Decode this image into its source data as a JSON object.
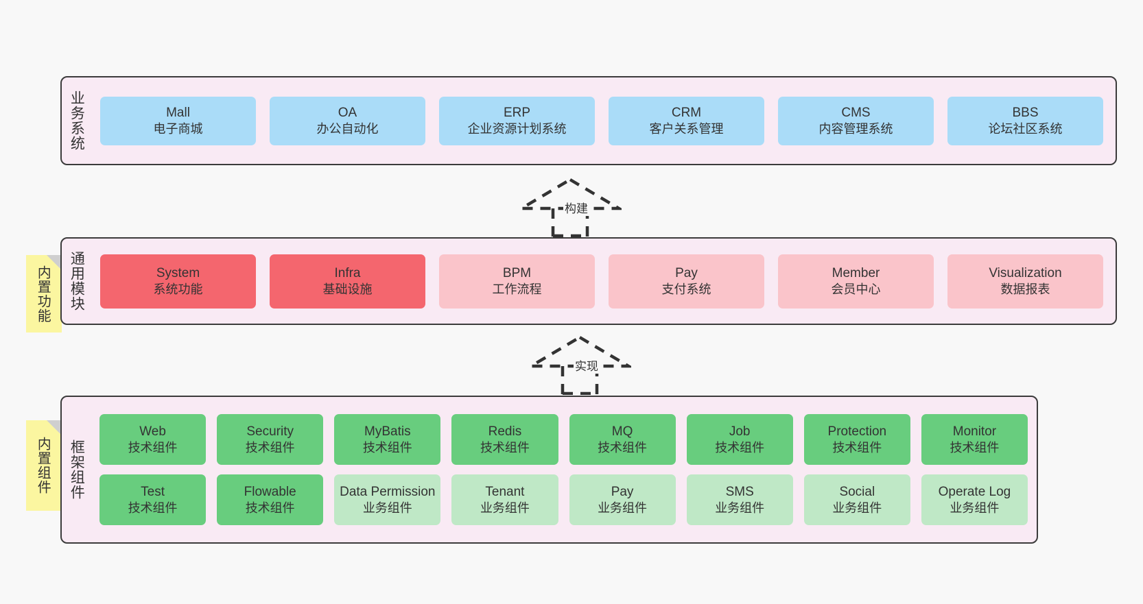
{
  "diagram": {
    "background": "#f8f8f8",
    "accent_border": "#3b3b3b",
    "band_fill": "#f9eaf4",
    "sticky_fill": "#fbf6a0"
  },
  "bands": {
    "business": {
      "title": "业务系统",
      "color": "#aadcf8",
      "items": [
        {
          "en": "Mall",
          "cn": "电子商城"
        },
        {
          "en": "OA",
          "cn": "办公自动化"
        },
        {
          "en": "ERP",
          "cn": "企业资源计划系统"
        },
        {
          "en": "CRM",
          "cn": "客户关系管理"
        },
        {
          "en": "CMS",
          "cn": "内容管理系统"
        },
        {
          "en": "BBS",
          "cn": "论坛社区系统"
        }
      ]
    },
    "common": {
      "title": "通用模块",
      "sticky": "内置功能",
      "colors": {
        "strong": "#f4666e",
        "soft": "#fac4ca"
      },
      "items": [
        {
          "en": "System",
          "cn": "系统功能",
          "variant": "strong"
        },
        {
          "en": "Infra",
          "cn": "基础设施",
          "variant": "strong"
        },
        {
          "en": "BPM",
          "cn": "工作流程",
          "variant": "soft"
        },
        {
          "en": "Pay",
          "cn": "支付系统",
          "variant": "soft"
        },
        {
          "en": "Member",
          "cn": "会员中心",
          "variant": "soft"
        },
        {
          "en": "Visualization",
          "cn": "数据报表",
          "variant": "soft"
        }
      ]
    },
    "framework": {
      "title": "框架组件",
      "sticky": "内置组件",
      "colors": {
        "tech": "#68cd7e",
        "biz": "#bfe8c6"
      },
      "row1": [
        {
          "en": "Web",
          "cn": "技术组件",
          "variant": "tech"
        },
        {
          "en": "Security",
          "cn": "技术组件",
          "variant": "tech"
        },
        {
          "en": "MyBatis",
          "cn": "技术组件",
          "variant": "tech"
        },
        {
          "en": "Redis",
          "cn": "技术组件",
          "variant": "tech"
        },
        {
          "en": "MQ",
          "cn": "技术组件",
          "variant": "tech"
        },
        {
          "en": "Job",
          "cn": "技术组件",
          "variant": "tech"
        },
        {
          "en": "Protection",
          "cn": "技术组件",
          "variant": "tech"
        },
        {
          "en": "Monitor",
          "cn": "技术组件",
          "variant": "tech"
        }
      ],
      "row2": [
        {
          "en": "Test",
          "cn": "技术组件",
          "variant": "tech"
        },
        {
          "en": "Flowable",
          "cn": "技术组件",
          "variant": "tech"
        },
        {
          "en": "Data Permission",
          "cn": "业务组件",
          "variant": "biz"
        },
        {
          "en": "Tenant",
          "cn": "业务组件",
          "variant": "biz"
        },
        {
          "en": "Pay",
          "cn": "业务组件",
          "variant": "biz"
        },
        {
          "en": "SMS",
          "cn": "业务组件",
          "variant": "biz"
        },
        {
          "en": "Social",
          "cn": "业务组件",
          "variant": "biz"
        },
        {
          "en": "Operate Log",
          "cn": "业务组件",
          "variant": "biz"
        }
      ]
    }
  },
  "arrows": [
    {
      "id": "build",
      "label": "构建",
      "from": "common",
      "to": "business"
    },
    {
      "id": "realize",
      "label": "实现",
      "from": "framework",
      "to": "common"
    }
  ]
}
